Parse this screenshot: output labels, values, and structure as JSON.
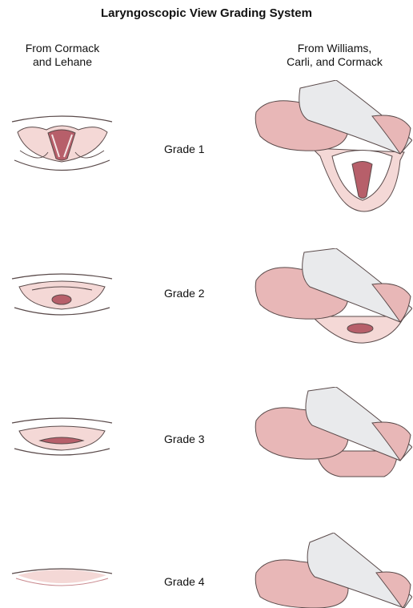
{
  "title": "Laryngoscopic View Grading System",
  "left_heading": {
    "line1": "From Cormack",
    "line2": "and Lehane"
  },
  "right_heading": {
    "line1": "From Williams,",
    "line2": "Carli, and Cormack"
  },
  "grades": [
    {
      "label": "Grade 1"
    },
    {
      "label": "Grade 2"
    },
    {
      "label": "Grade 3"
    },
    {
      "label": "Grade 4"
    }
  ],
  "colors": {
    "tissue": "#e8b7b7",
    "tissue_light": "#f4d8d6",
    "tissue_dark": "#b75f6a",
    "outline": "#5a4a4a",
    "blade": "#e9eaec"
  }
}
